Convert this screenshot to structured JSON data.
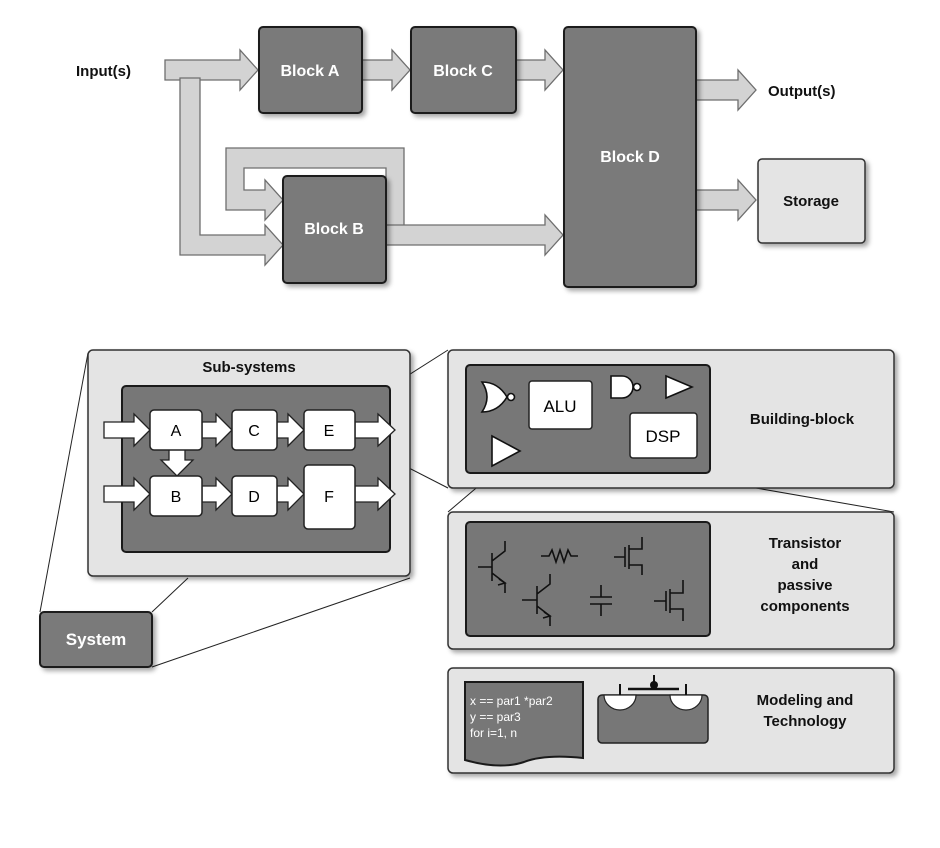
{
  "top_diagram": {
    "input_label": "Input(s)",
    "output_label": "Output(s)",
    "block_a": "Block A",
    "block_b": "Block B",
    "block_c": "Block C",
    "block_d": "Block D",
    "storage": "Storage"
  },
  "bottom_diagram": {
    "subsystems_title": "Sub-systems",
    "system_label": "System",
    "subsystem_blocks": [
      "A",
      "B",
      "C",
      "D",
      "E",
      "F"
    ],
    "building_block": {
      "label": "Building-block",
      "alu": "ALU",
      "dsp": "DSP"
    },
    "transistor_panel": {
      "label_lines": [
        "Transistor",
        "and",
        "passive",
        "components"
      ]
    },
    "modeling_panel": {
      "label_lines": [
        "Modeling and",
        "Technology"
      ],
      "code_lines": [
        "x == par1 *par2",
        "y == par3",
        "for i=1, n"
      ]
    }
  },
  "colors": {
    "dark_block": "#7a7a7a",
    "light_panel": "#e4e4e4",
    "arrow_fill": "#d3d3d3"
  }
}
